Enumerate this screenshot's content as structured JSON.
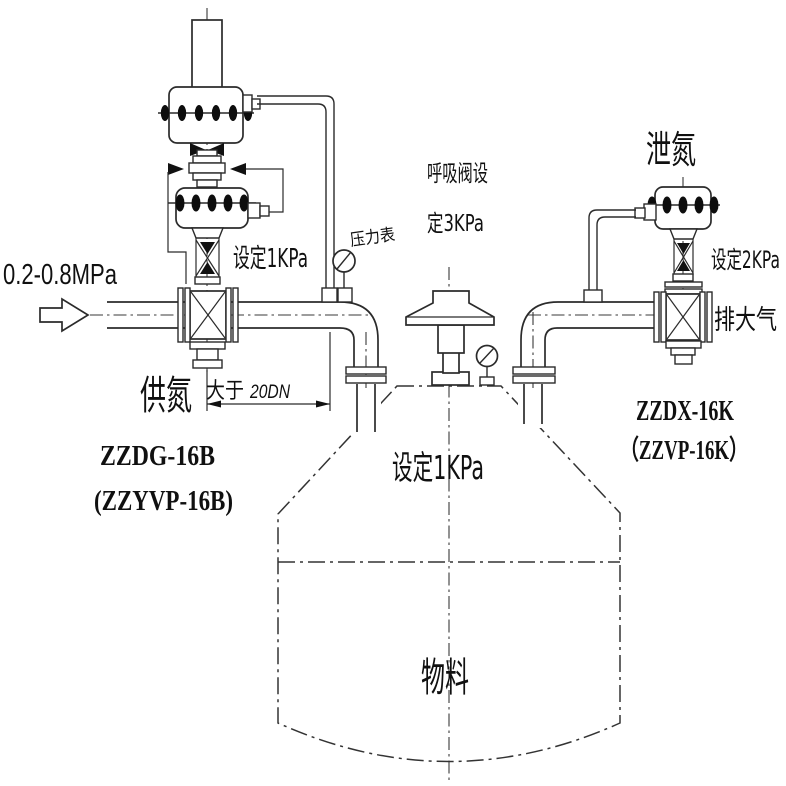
{
  "diagram": {
    "colors": {
      "line": "#2b2b2b",
      "text": "#101010",
      "bolt": "#0d0d0d",
      "background": "#ffffff"
    },
    "inlet": {
      "pressure_label": "0.2-0.8MPa"
    },
    "supply_valve": {
      "name": "供氮",
      "setting": "设定1KPa",
      "model": "ZZDG-16B",
      "model_alt": "(ZZYVP-16B)"
    },
    "pressure_gauge": {
      "label": "压力表"
    },
    "spacing_dimension": {
      "prefix": "大于",
      "value": "20DN"
    },
    "breathing_valve": {
      "label_line1": "呼吸阀设",
      "label_line2": "定3KPa"
    },
    "tank": {
      "setting": "设定1KPa",
      "material": "物料"
    },
    "release_valve": {
      "name": "泄氮",
      "setting": "设定2KPa",
      "vent": "排大气",
      "model": "ZZDX-16K",
      "model_alt": "（ZZVP-16K）"
    }
  }
}
